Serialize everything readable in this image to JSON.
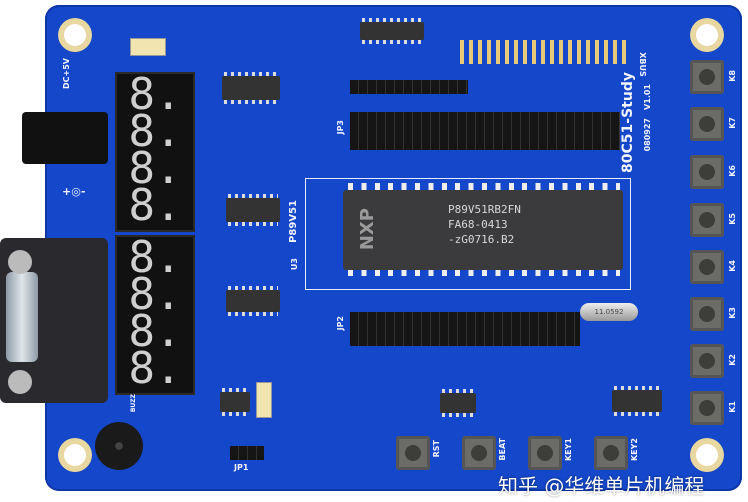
{
  "board": {
    "name": "80C51-Study",
    "version": "V1.01",
    "date": "080927",
    "color": "#1447c9"
  },
  "mcu": {
    "line1": "P89V51RB2FN",
    "line2": "FA68-0413",
    "line3": "-zG0716.B2",
    "logo": "NXP",
    "socket_label": "P89V51",
    "ref": "U3"
  },
  "headers": {
    "jp3": "JP3",
    "jp2": "JP2",
    "xbus": "XBUS",
    "jp1": "JP1"
  },
  "crystal": "11.0592",
  "keys": [
    "K8",
    "K7",
    "K6",
    "K5",
    "K4",
    "K3",
    "K2",
    "K1"
  ],
  "bottom_buttons": [
    "RST",
    "BEAT",
    "KEY1",
    "KEY2"
  ],
  "power": {
    "label": "DC+5V",
    "symbol": "+◎-"
  },
  "display": {
    "digits": "8.8.8.8.",
    "digits2": "8.8.8.8."
  },
  "buzzer": "BUZZ",
  "watermark": "知乎 @华维单片机编程"
}
